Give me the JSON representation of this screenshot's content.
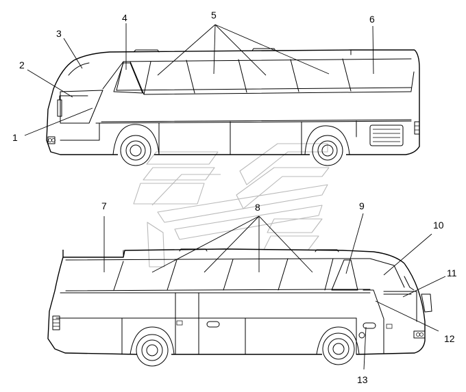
{
  "callouts": {
    "c1": "1",
    "c2": "2",
    "c3": "3",
    "c4": "4",
    "c5": "5",
    "c6": "6",
    "c7": "7",
    "c8": "8",
    "c9": "9",
    "c10": "10",
    "c11": "11",
    "c12": "12",
    "c13": "13"
  },
  "colors": {
    "line": "#000000",
    "watermark": "#b9b9b9",
    "background": "#ffffff"
  }
}
